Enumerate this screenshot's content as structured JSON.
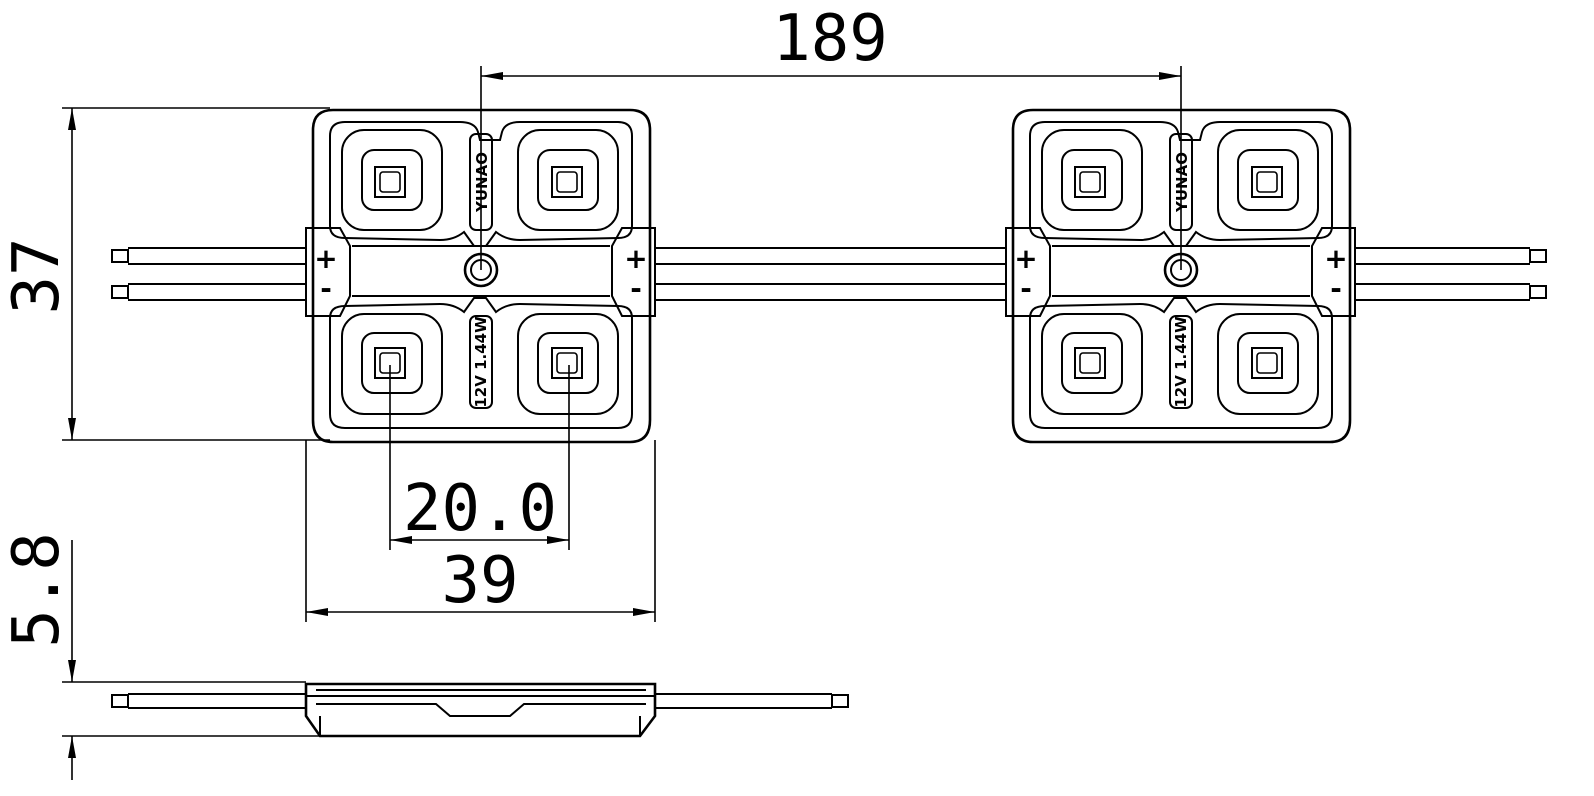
{
  "dimensions": {
    "pitch": "189",
    "height": "37",
    "led_spacing": "20.0",
    "width": "39",
    "thickness": "5.8"
  },
  "module": {
    "brand": "YUNAO",
    "rating": "12V 1.44W",
    "plus_symbol": "+",
    "minus_symbol": "-"
  }
}
